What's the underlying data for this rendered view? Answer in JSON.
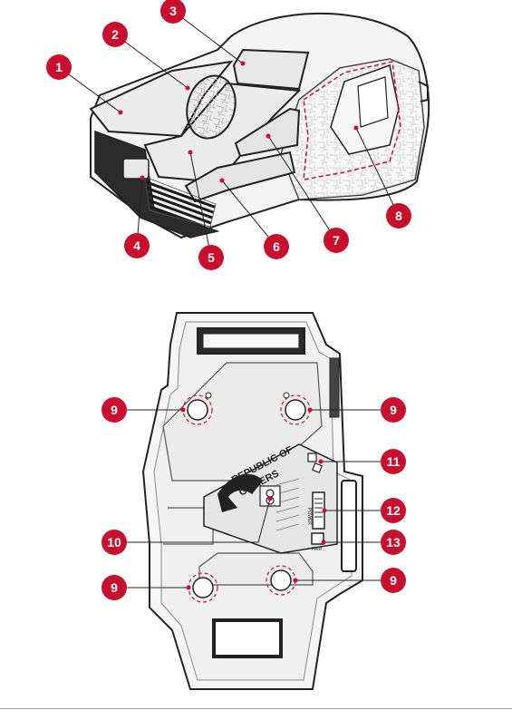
{
  "callout_color": "#c8102e",
  "top_view": {
    "callouts": [
      {
        "num": "1"
      },
      {
        "num": "2"
      },
      {
        "num": "3"
      },
      {
        "num": "4"
      },
      {
        "num": "5"
      },
      {
        "num": "6"
      },
      {
        "num": "7"
      },
      {
        "num": "8"
      }
    ]
  },
  "bottom_view": {
    "logo_line1": "REPUBLIC OF",
    "logo_line2": "GAMERS",
    "switch_label": "POWER",
    "pair_label": "PAIR",
    "callouts": [
      {
        "num": "9"
      },
      {
        "num": "9"
      },
      {
        "num": "9"
      },
      {
        "num": "9"
      },
      {
        "num": "10"
      },
      {
        "num": "11"
      },
      {
        "num": "12"
      },
      {
        "num": "13"
      }
    ]
  }
}
